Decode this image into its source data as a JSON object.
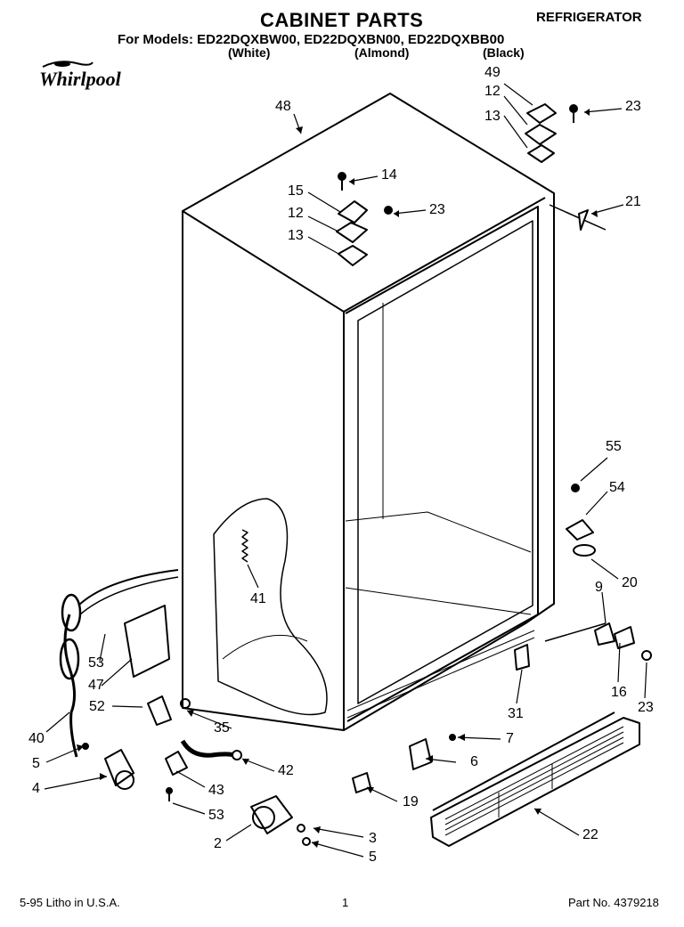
{
  "header": {
    "title": "CABINET PARTS",
    "category": "REFRIGERATOR",
    "models": "For Models: ED22DQXBW00,  ED22DQXBN00,  ED22DQXBB00",
    "colors": [
      "(White)",
      "(Almond)",
      "(Black)"
    ]
  },
  "brand": {
    "logo_text": "Whirlpool"
  },
  "footer": {
    "litho": "5-95  Litho in U.S.A.",
    "page": "1",
    "part_no": "Part No. 4379218"
  },
  "callouts": {
    "c48": "48",
    "c49": "49",
    "c12a": "12",
    "c13a": "13",
    "c23a": "23",
    "c14": "14",
    "c15": "15",
    "c12b": "12",
    "c23b": "23",
    "c13b": "13",
    "c21": "21",
    "c55": "55",
    "c54": "54",
    "c20": "20",
    "c9": "9",
    "c41": "41",
    "c53a": "53",
    "c47": "47",
    "c40": "40",
    "c52": "52",
    "c35": "35",
    "c5a": "5",
    "c4": "4",
    "c42": "42",
    "c43": "43",
    "c53b": "53",
    "c2": "2",
    "c3": "3",
    "c5b": "5",
    "c19": "19",
    "c6": "6",
    "c7": "7",
    "c31": "31",
    "c16": "16",
    "c23c": "23",
    "c22": "22"
  }
}
